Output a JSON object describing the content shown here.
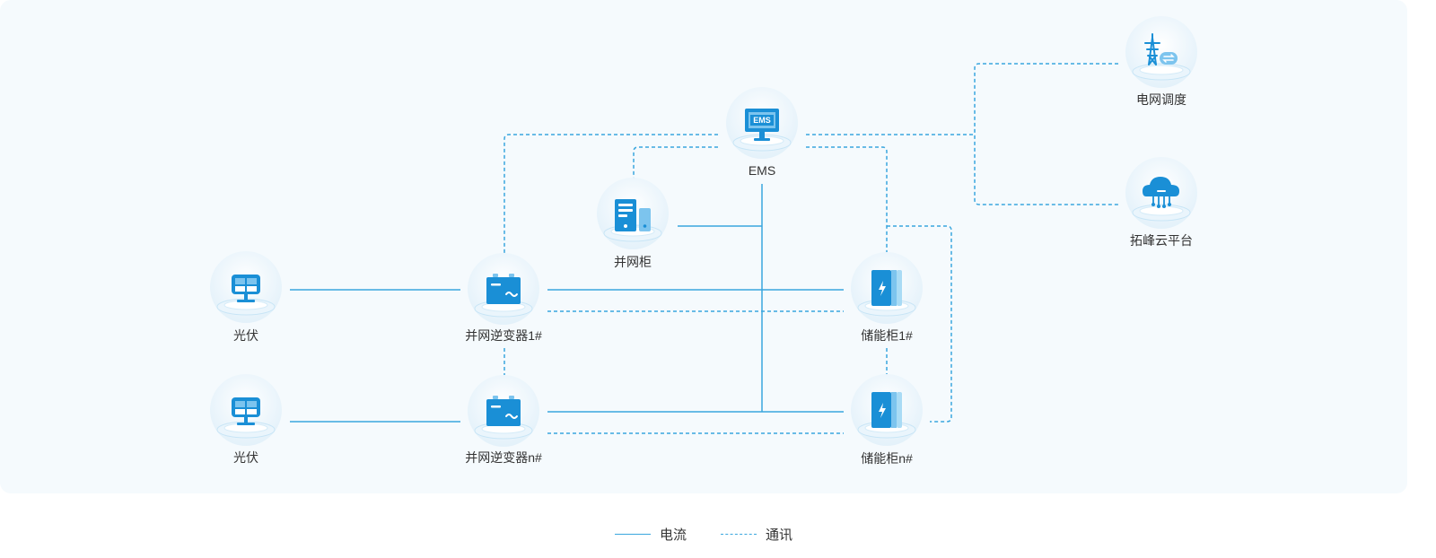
{
  "colors": {
    "line": "#3aa6de",
    "icon_primary": "#1a8fd6",
    "icon_light": "#7cc4ee",
    "halo": "#e6f3fb",
    "panel": "#f5fafd"
  },
  "nodes": {
    "grid_dispatch": {
      "label": "电网调度",
      "icon": "transmission-tower-icon"
    },
    "tuofeng_cloud": {
      "label": "拓峰云平台",
      "icon": "cloud-icon"
    },
    "ems": {
      "label": "EMS",
      "icon": "monitor-icon",
      "badge": "EMS"
    },
    "grid_cabinet": {
      "label": "并网柜",
      "icon": "server-cabinet-icon"
    },
    "pv1": {
      "label": "光伏",
      "icon": "solar-panel-icon"
    },
    "pv2": {
      "label": "光伏",
      "icon": "solar-panel-icon"
    },
    "inverter1": {
      "label": "并网逆变器1#",
      "icon": "inverter-icon"
    },
    "inverter2": {
      "label": "并网逆变器n#",
      "icon": "inverter-icon"
    },
    "storage1": {
      "label": "储能柜1#",
      "icon": "battery-cabinet-icon"
    },
    "storage2": {
      "label": "储能柜n#",
      "icon": "battery-cabinet-icon"
    }
  },
  "legend": {
    "current": "电流",
    "communication": "通讯"
  }
}
